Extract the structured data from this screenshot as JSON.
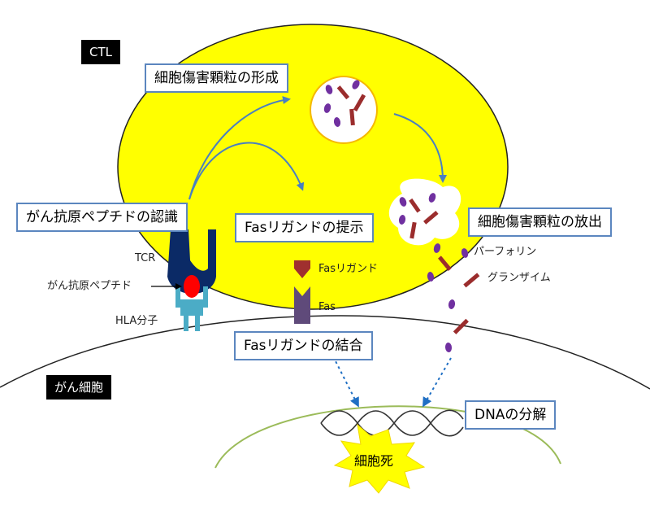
{
  "cells": {
    "ctl": "CTL",
    "cancer_cell": "がん細胞"
  },
  "boxes": {
    "granule_formation": "細胞傷害顆粒の形成",
    "antigen_recognition": "がん抗原ペプチドの認識",
    "fas_ligand_presentation": "Fasリガンドの提示",
    "granule_release": "細胞傷害顆粒の放出",
    "fas_ligand_binding": "Fasリガンドの結合",
    "dna_degradation": "DNAの分解"
  },
  "labels": {
    "tcr": "TCR",
    "antigen_peptide": "がん抗原ペプチド",
    "hla": "HLA分子",
    "fas_ligand": "Fasリガンド",
    "fas": "Fas",
    "perforin": "パーフォリン",
    "granzyme": "グランザイム"
  },
  "cell_death": "細胞死",
  "colors": {
    "ctl_fill": "#ffff00",
    "box_border": "#5b86bf",
    "arrow": "#4a7fc1",
    "perforin": "#7030a0",
    "granzyme": "#9b2d2d",
    "tcr": "#0b2a66",
    "hla": "#4bacc6",
    "peptide": "#ff0000",
    "fas": "#5f4a7a",
    "fas_ligand": "#a0302f",
    "nucleus": "#9bbb59",
    "burst": "#ffff00",
    "label_tag": "#000000"
  }
}
